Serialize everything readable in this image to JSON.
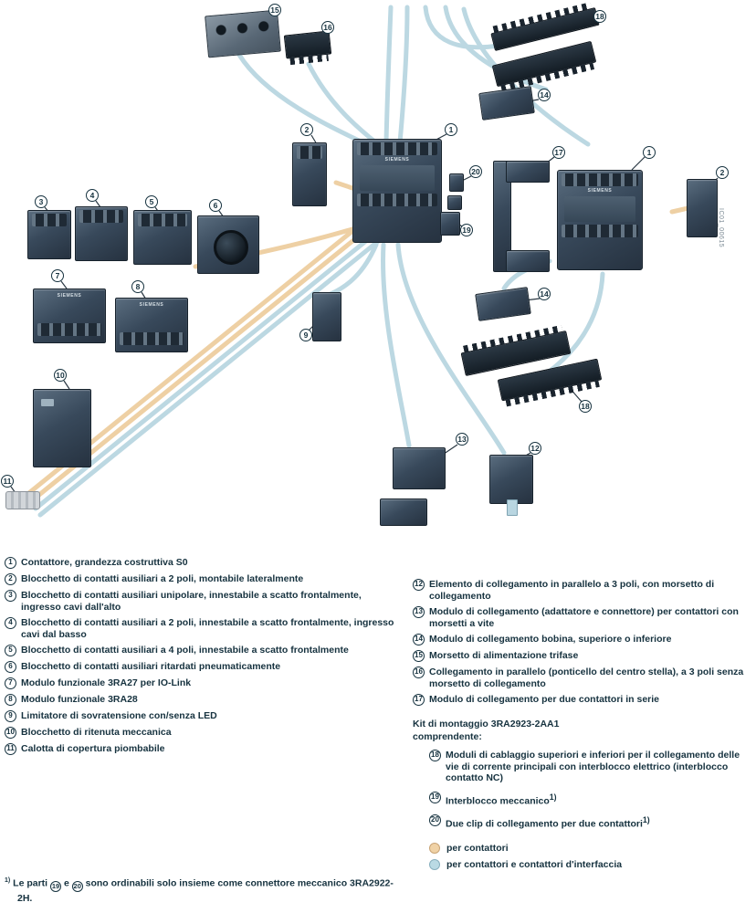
{
  "colors": {
    "ink": "#16323f",
    "component_dark": "#263240",
    "component_light": "#8a98a4",
    "line_beige": "#eed0a4",
    "line_blue": "#bcd8e2"
  },
  "diagram": {
    "brand": "SIEMENS",
    "watermark": "IC01_00615",
    "callouts": [
      "15",
      "16",
      "18",
      "14",
      "1",
      "2",
      "20",
      "17",
      "1",
      "2",
      "19",
      "3",
      "4",
      "5",
      "6",
      "7",
      "8",
      "9",
      "10",
      "11",
      "14",
      "18",
      "13",
      "12"
    ]
  },
  "legend": {
    "left": [
      {
        "n": "1",
        "text": "Contattore, grandezza costruttiva S0"
      },
      {
        "n": "2",
        "text": "Blocchetto di contatti ausiliari a 2 poli, montabile lateralmente"
      },
      {
        "n": "3",
        "text": "Blocchetto di contatti ausiliari unipolare, innestabile a scatto frontalmente, ingresso cavi dall'alto"
      },
      {
        "n": "4",
        "text": "Blocchetto di contatti ausiliari a 2 poli, innestabile a scatto frontalmente, ingresso cavi dal basso"
      },
      {
        "n": "5",
        "text": "Blocchetto di contatti ausiliari a 4 poli, innestabile a scatto frontalmente"
      },
      {
        "n": "6",
        "text": "Blocchetto di contatti ausiliari ritardati pneumaticamente"
      },
      {
        "n": "7",
        "text": "Modulo funzionale 3RA27 per IO-Link"
      },
      {
        "n": "8",
        "text": "Modulo funzionale 3RA28"
      },
      {
        "n": "9",
        "text": "Limitatore di sovratensione con/senza LED"
      },
      {
        "n": "10",
        "text": "Blocchetto di ritenuta meccanica"
      },
      {
        "n": "11",
        "text": "Calotta di copertura piombabile"
      }
    ],
    "right": [
      {
        "n": "12",
        "text": "Elemento di collegamento in parallelo a 3 poli, con morsetto di collegamento"
      },
      {
        "n": "13",
        "text": "Modulo di collegamento (adattatore e connettore) per contattori con morsetti a vite"
      },
      {
        "n": "14",
        "text": "Modulo di collegamento bobina, superiore o inferiore"
      },
      {
        "n": "15",
        "text": "Morsetto di alimentazione trifase"
      },
      {
        "n": "16",
        "text": "Collegamento in parallelo (ponticello del centro stella), a 3 poli senza morsetto di collegamento"
      },
      {
        "n": "17",
        "text": "Modulo di collegamento per due contattori in serie"
      }
    ],
    "kit": {
      "title": "Kit di montaggio 3RA2923-2AA1",
      "subtitle": "comprendente:",
      "items": [
        {
          "n": "18",
          "text": "Moduli di cablaggio superiori e inferiori per il collegamento delle vie di corrente principali con interblocco elettrico (interblocco contatto NC)",
          "sup": ""
        },
        {
          "n": "19",
          "text": "Interblocco meccanico",
          "sup": "1)"
        },
        {
          "n": "20",
          "text": "Due clip di collegamento per due contattori",
          "sup": "1)"
        }
      ]
    },
    "color_key": [
      {
        "name": "beige",
        "text": "per contattori"
      },
      {
        "name": "blue",
        "text": "per contattori e contattori d'interfaccia"
      }
    ]
  },
  "footnote": {
    "sup": "1)",
    "t1": "Le parti",
    "b1": "19",
    "t2": "e",
    "b2": "20",
    "t3": "sono ordinabili solo insieme come connettore meccanico 3RA2922-2H."
  }
}
